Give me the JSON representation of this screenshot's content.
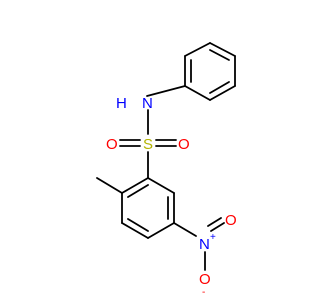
{
  "molecule": {
    "colors": {
      "carbon": "#000000",
      "nitrogen": "#0000ff",
      "oxygen": "#ff0000",
      "sulfur": "#b3b300",
      "background": "#ffffff"
    },
    "labels": {
      "amine_n": "N",
      "amine_h": "H",
      "sulfur": "S",
      "sulfonyl_o_left": "O",
      "sulfonyl_o_right": "O",
      "nitro_n": "N",
      "nitro_n_charge": "+",
      "nitro_o_top": "O",
      "nitro_o_bottom": "O",
      "nitro_o_bottom_charge": "-"
    }
  }
}
